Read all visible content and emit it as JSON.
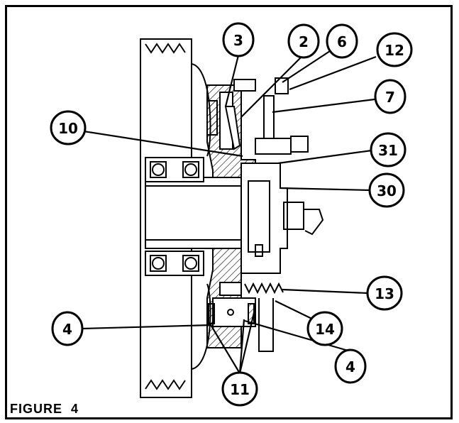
{
  "figure": {
    "caption": "FIGURE 4"
  },
  "callouts": [
    {
      "id": "c3",
      "label": "3"
    },
    {
      "id": "c2",
      "label": "2"
    },
    {
      "id": "c6",
      "label": "6"
    },
    {
      "id": "c12",
      "label": "12"
    },
    {
      "id": "c7",
      "label": "7"
    },
    {
      "id": "c10",
      "label": "10"
    },
    {
      "id": "c31",
      "label": "31"
    },
    {
      "id": "c30",
      "label": "30"
    },
    {
      "id": "c13",
      "label": "13"
    },
    {
      "id": "c14",
      "label": "14"
    },
    {
      "id": "c4a",
      "label": "4"
    },
    {
      "id": "c4b",
      "label": "4"
    },
    {
      "id": "c11",
      "label": "11"
    }
  ],
  "colors": {
    "ink": "#000000",
    "paper": "#ffffff"
  }
}
